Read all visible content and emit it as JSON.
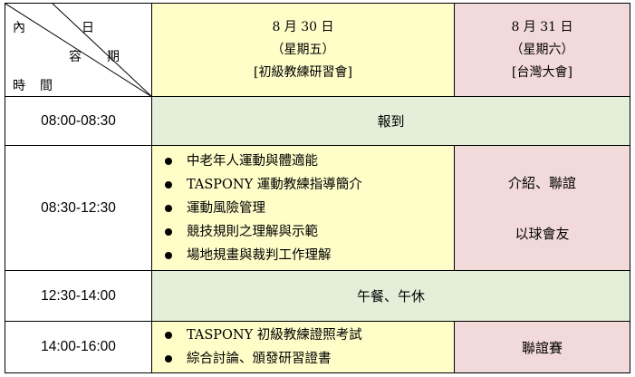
{
  "header": {
    "corner": {
      "nei": "內",
      "ri": "日",
      "rong": "容",
      "qi": "期",
      "shi": "時",
      "jian": "間"
    },
    "day1": {
      "date": "8 月 30 日",
      "weekday": "（星期五）",
      "event": "[初級教練研習會]"
    },
    "day2": {
      "date": "8 月 31 日",
      "weekday": "（星期六）",
      "event": "[台灣大會]"
    }
  },
  "rows": [
    {
      "time": "08:00-08:30",
      "merged": "報到"
    },
    {
      "time": "08:30-12:30",
      "items": [
        "中老年人運動與體適能",
        "TASPONY 運動教練指導簡介",
        "運動風險管理",
        "競技規則之理解與示範",
        "場地規畫與裁判工作理解"
      ],
      "day2_lines": [
        "介紹、聯誼",
        "以球會友"
      ]
    },
    {
      "time": "12:30-14:00",
      "merged": "午餐、午休"
    },
    {
      "time": "14:00-16:00",
      "items": [
        "TASPONY 初級教練證照考試",
        "綜合討論、頒發研習證書"
      ],
      "day2": "聯誼賽"
    }
  ],
  "colors": {
    "day1_bg": "#fffdc8",
    "day2_bg": "#f3dada",
    "merged_bg": "#e4efd9",
    "border": "#000000"
  }
}
